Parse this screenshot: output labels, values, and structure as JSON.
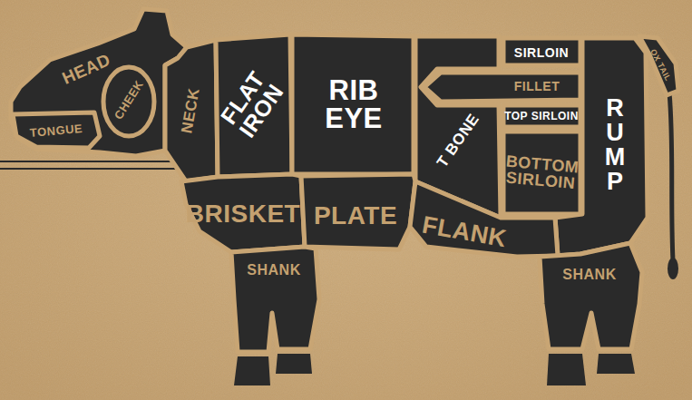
{
  "diagram": {
    "nodes": [
      {
        "text": [
          "HEAD"
        ]
      },
      {
        "text": [
          "CHEEK"
        ]
      },
      {
        "text": [
          "TONGUE"
        ]
      },
      {
        "text": [
          "NECK"
        ]
      },
      {
        "text": [
          "FLAT IRON"
        ]
      },
      {
        "text": [
          "RIB EYE"
        ]
      },
      {
        "text": [
          "T BONE"
        ]
      },
      {
        "text": [
          "SIRLOIN"
        ]
      },
      {
        "text": [
          "FILLET"
        ]
      },
      {
        "text": [
          "TOP SIRLOIN"
        ]
      },
      {
        "text": [
          "BOTTOM SIRLOIN"
        ]
      },
      {
        "text": [
          "RUMP"
        ]
      },
      {
        "text": [
          "OX TAIL"
        ]
      },
      {
        "text": [
          "BRISKET"
        ]
      },
      {
        "text": [
          "PLATE"
        ]
      },
      {
        "text": [
          "FLANK"
        ]
      },
      {
        "text": [
          "SHANK"
        ]
      },
      {
        "text": [
          "SHANK"
        ]
      }
    ]
  }
}
